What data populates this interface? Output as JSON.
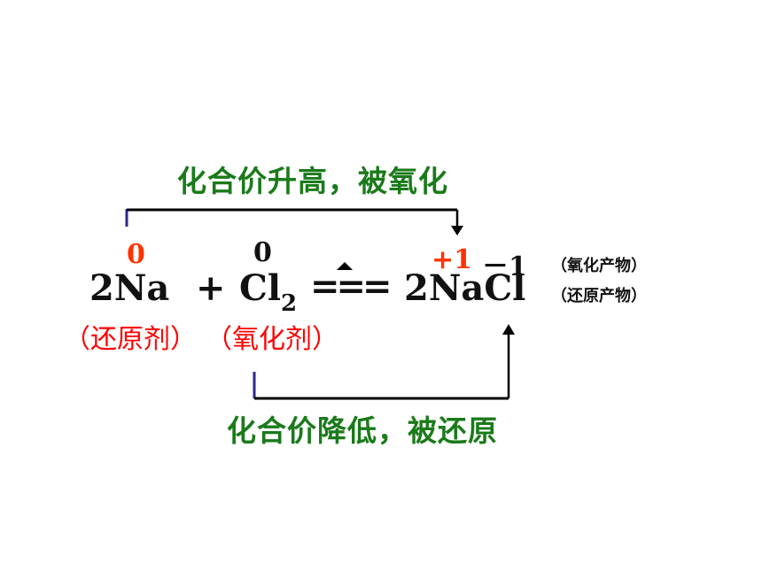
{
  "top_label": "化合价升高，被氧化",
  "bottom_label": "化合价降低，被还原",
  "equation": {
    "term1": "2Na",
    "plus": "+",
    "term2": "Cl",
    "term2_subscript": "2",
    "equals": "===",
    "product": "2NaCl"
  },
  "oxidation_states": {
    "na_reactant": "0",
    "cl_reactant": "0",
    "na_product": "+1",
    "cl_product": "－1"
  },
  "roles": {
    "reducing_agent": "（还原剂）",
    "oxidizing_agent": "（氧化剂）"
  },
  "product_notes": {
    "oxidation_product": "（氧化产物）",
    "reduction_product": "（还原产物）"
  },
  "colors": {
    "label_green": "#1a7a1a",
    "state_red": "#ff3300",
    "role_red": "#ff0000",
    "bracket_blue": "#2a2a8a",
    "line_black": "#000000"
  }
}
